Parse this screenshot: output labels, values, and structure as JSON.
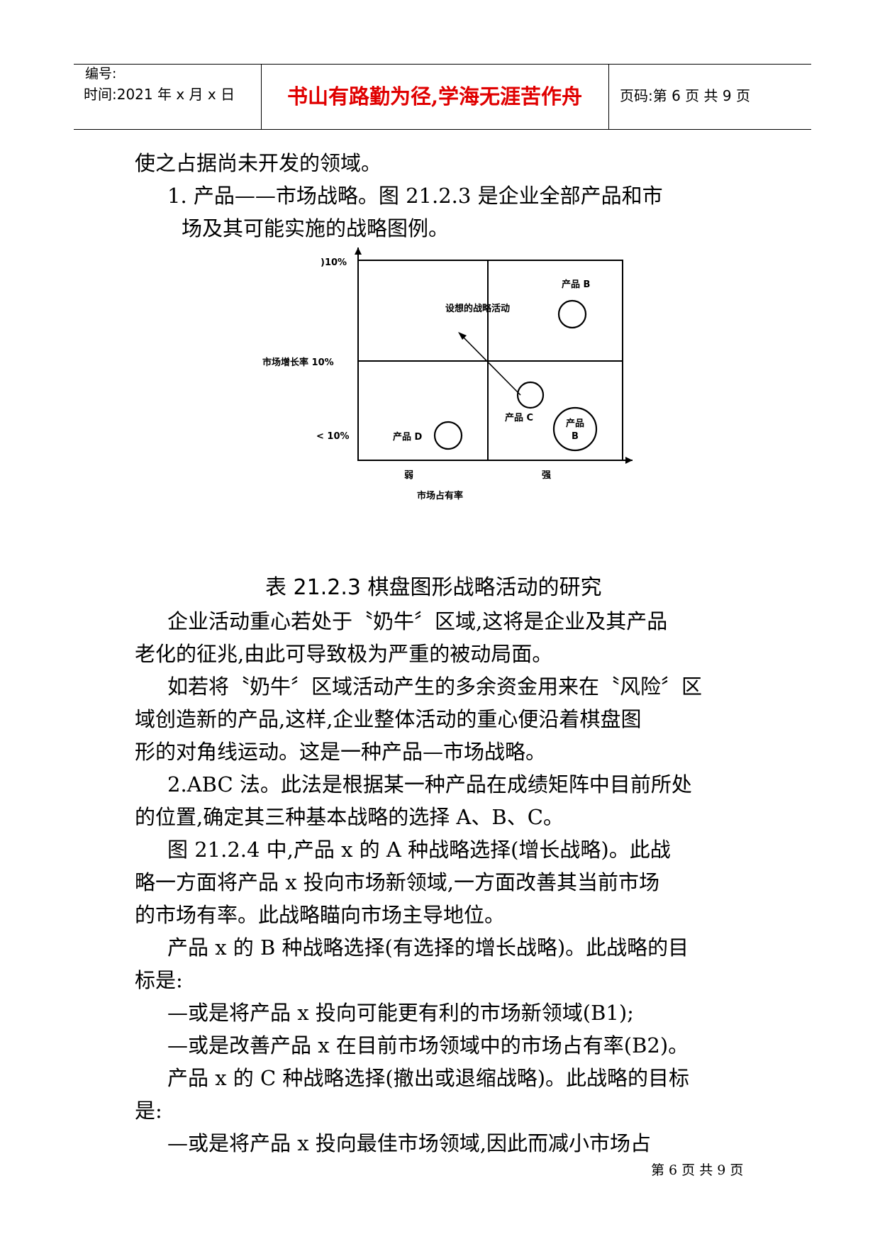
{
  "header": {
    "number_label": "编号:",
    "time_label": "时间:2021 年 x 月 x 日",
    "motto": "书山有路勤为径,学海无涯苦作舟",
    "page_label": "页码:第 6 页  共 9 页"
  },
  "paragraphs": {
    "p0": "使之占据尚未开发的领域。",
    "p1a": "1.    产品——市场战略。图 21.2.3 是企业全部产品和市",
    "p1b": "场及其可能实施的战略图例。",
    "caption": "表 21.2.3   棋盘图形战略活动的研究",
    "p2a": "企业活动重心若处于〝奶牛〞区域,这将是企业及其产品",
    "p2b": "老化的征兆,由此可导致极为严重的被动局面。",
    "p3a": "如若将〝奶牛〞区域活动产生的多余资金用来在〝风险〞区",
    "p3b": "域创造新的产品,这样,企业整体活动的重心便沿着棋盘图",
    "p3c": "形的对角线运动。这是一种产品—市场战略。",
    "p4a": "2.ABC 法。此法是根据某一种产品在成绩矩阵中目前所处",
    "p4b": "的位置,确定其三种基本战略的选择 A、B、C。",
    "p5a": "图 21.2.4 中,产品 x 的 A 种战略选择(增长战略)。此战",
    "p5b": "略一方面将产品 x 投向市场新领域,一方面改善其当前市场",
    "p5c": "的市场有率。此战略瞄向市场主导地位。",
    "p6a": "产品 x 的 B 种战略选择(有选择的增长战略)。此战略的目",
    "p6b": "标是:",
    "p7": "—或是将产品 x 投向可能更有利的市场新领域(B1);",
    "p8": "—或是改善产品 x 在目前市场领域中的市场占有率(B2)。",
    "p9a": "产品 x 的 C 种战略选择(撤出或退缩战略)。此战略的目标",
    "p9b": "是:",
    "p10": "—或是将产品 x 投向最佳市场领域,因此而减小市场占"
  },
  "figure": {
    "y_top": ")10%",
    "y_mid": "市场增长率 10%",
    "y_bottom": "< 10%",
    "x_left": "弱",
    "x_right": "强",
    "x_title": "市场占有率",
    "arrow_label": "设想的战略活动",
    "product_b_top": "产品 B",
    "product_c": "产品 C",
    "product_d": "产品 D",
    "product_b_circle_1": "产品",
    "product_b_circle_2": "B"
  },
  "footer": "第 6 页 共 9 页"
}
